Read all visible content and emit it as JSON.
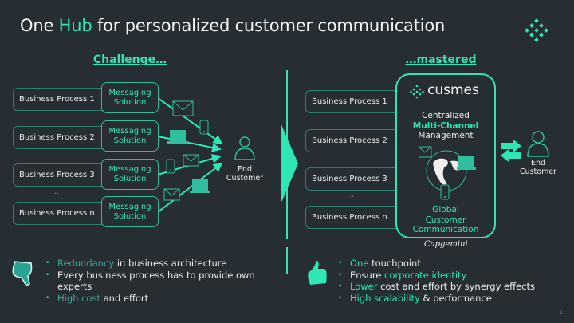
{
  "title": {
    "pre": "One ",
    "highlight": "Hub",
    "post": " for personalized customer communication"
  },
  "challenge": {
    "heading": "Challenge…",
    "processes": [
      "Business Process 1",
      "Business Process 2",
      "Business Process 3",
      "Business Process n"
    ],
    "ellipsis": "…",
    "messaging_line1": "Messaging",
    "messaging_line2": "Solution",
    "end_customer_1": "End",
    "end_customer_2": "Customer"
  },
  "mastered": {
    "heading": "…mastered",
    "processes": [
      "Business Process 1",
      "Business Process 2",
      "Business Process 3",
      "Business Process n"
    ],
    "ellipsis": "…",
    "logo_text": "cusmes",
    "centralized": "Centralized",
    "multichannel": "Multi-Channel",
    "management": "Management",
    "global_1": "Global",
    "global_2": "Customer",
    "global_3": "Communication",
    "capgemini": "Capgemini",
    "end_customer_1": "End",
    "end_customer_2": "Customer"
  },
  "cons": [
    {
      "hl": "Redundancy",
      "rest": " in business architecture"
    },
    {
      "hl": "",
      "rest": "Every business process has to provide own experts"
    },
    {
      "hl": "High cost",
      "rest": " and effort"
    }
  ],
  "pros": [
    {
      "hl": "One",
      "rest": " touchpoint"
    },
    {
      "pre": "Ensure ",
      "hl": "corporate identity"
    },
    {
      "hl": "Lower",
      "rest": " cost and effort by synergy effects"
    },
    {
      "hl": "High scalability",
      "rest": " & performance"
    }
  ],
  "page_number": "1",
  "colors": {
    "background": "#262d33",
    "accent": "#2ee6b6",
    "muted_accent": "#3fa89a"
  }
}
